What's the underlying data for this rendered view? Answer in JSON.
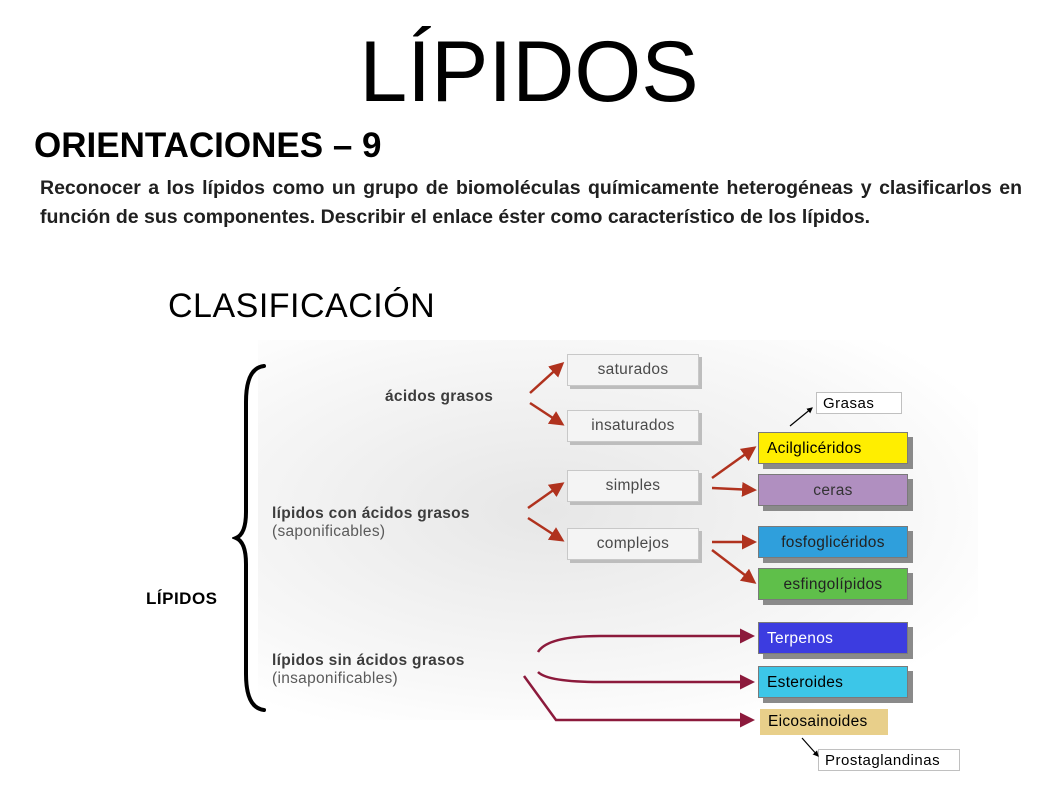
{
  "title": "LÍPIDOS",
  "subtitle": "ORIENTACIONES – 9",
  "objective": "Reconocer a los lípidos como un grupo de biomoléculas químicamente heterogéneas y clasificarlos en función de sus componentes. Describir el enlace éster como característico de los lípidos.",
  "diagram": {
    "title": "CLASIFICACIÓN",
    "root": "LÍPIDOS",
    "branches": {
      "acidos_grasos": "ácidos grasos",
      "con_acidos": "lípidos con ácidos grasos",
      "con_acidos_sub": "(saponificables)",
      "sin_acidos": "lípidos sin ácidos grasos",
      "sin_acidos_sub": "(insaponificables)"
    },
    "nodes": {
      "saturados": "saturados",
      "insaturados": "insaturados",
      "simples": "simples",
      "complejos": "complejos",
      "acilgliceridos": "Acilglicéridos",
      "ceras": "ceras",
      "fosfogliceridos": "fosfoglicéridos",
      "esfingolipidos": "esfingolípidos",
      "terpenos": "Terpenos",
      "esteroides": "Esteroides",
      "eicosainoides": "Eicosainoides",
      "grasas": "Grasas",
      "prostaglandinas": "Prostaglandinas"
    },
    "colors": {
      "arrow_red": "#b0321e",
      "arrow_dark_red": "#8c1a3c",
      "acilgliceridos": "#ffee00",
      "ceras": "#b08fc0",
      "fosfogliceridos": "#2f9fdc",
      "esfingolipidos": "#5fbf4a",
      "terpenos": "#3c3ce0",
      "esteroides": "#3cc6e8",
      "eicosainoides": "#e8cf8a"
    }
  }
}
